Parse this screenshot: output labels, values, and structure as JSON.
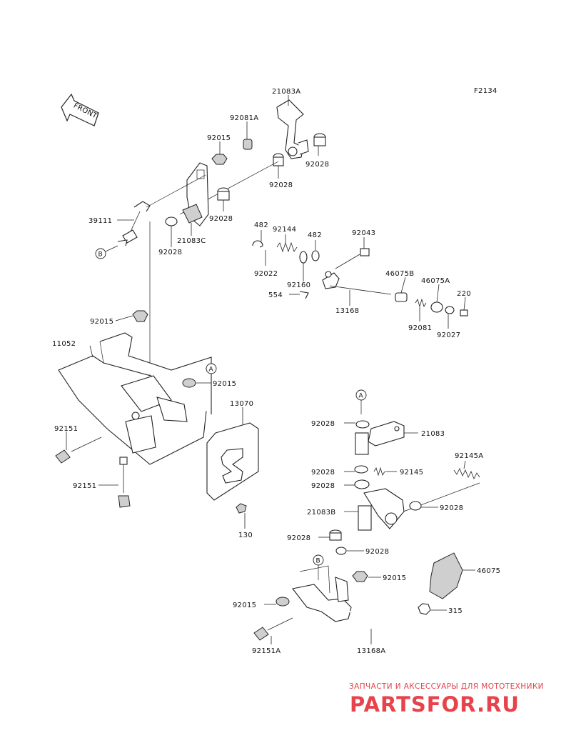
{
  "figure_code": "F2134",
  "front_arrow_label": "FRONT",
  "ref_markers": {
    "a": "A",
    "b": "B"
  },
  "part_numbers": {
    "p21083a": "21083A",
    "p92081a": "92081A",
    "p92015_top": "92015",
    "p92028_a": "92028",
    "p92028_b": "92028",
    "p92028_c": "92028",
    "p92028_d": "92028",
    "p39111": "39111",
    "p21083c": "21083C",
    "p482_left": "482",
    "p92144": "92144",
    "p482_right": "482",
    "p92043": "92043",
    "p92022": "92022",
    "p46075b": "46075B",
    "p46075a": "46075A",
    "p220": "220",
    "p92160": "92160",
    "p554": "554",
    "p13168": "13168",
    "p92081": "92081",
    "p92027": "92027",
    "p92015_mid": "92015",
    "p11052": "11052",
    "p92015_a": "92015",
    "p13070": "13070",
    "p92151_left": "92151",
    "p92151_lower": "92151",
    "p130": "130",
    "p92028_e": "92028",
    "p21083": "21083",
    "p92145a": "92145A",
    "p92028_f": "92028",
    "p92145": "92145",
    "p92028_g": "92028",
    "p21083b": "21083B",
    "p92028_h": "92028",
    "p92028_i": "92028",
    "p92028_j": "92028",
    "p92015_low": "92015",
    "p46075": "46075",
    "p92015_left": "92015",
    "p315": "315",
    "p92151a": "92151A",
    "p13168a": "13168A"
  },
  "watermark": {
    "tagline": "ЗАПЧАСТИ И АКСЕССУАРЫ ДЛЯ МОТОТЕХНИКИ",
    "brand": "PARTSFOR.RU"
  }
}
